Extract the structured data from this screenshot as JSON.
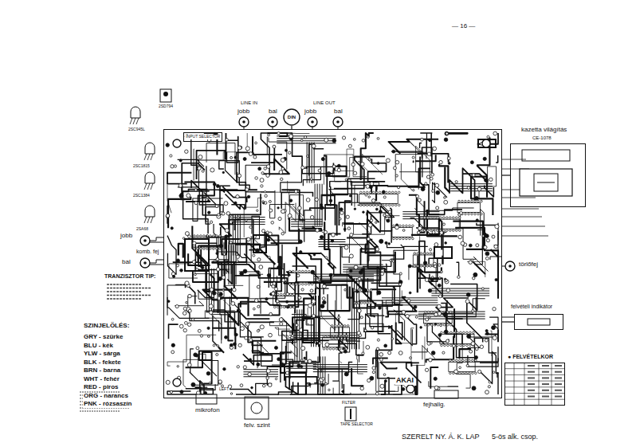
{
  "diagram": {
    "nodes": [
      {
        "text": [
          "AKAI"
        ]
      },
      {
        "text": [
          "INPUT SELECTOR"
        ],
        "in": 0
      },
      {
        "text": [
          "DIN"
        ]
      },
      {
        "text": [
          "kazetta világítás",
          "CE-1078"
        ]
      },
      {
        "text": [
          "felvételi indikátor"
        ]
      },
      {
        "text": [
          "● FELVÉTELKOR"
        ]
      }
    ],
    "edges": [
      {
        "from": 0,
        "to": 2,
        "arrow": "none"
      },
      {
        "from": 0,
        "to": 3,
        "arrow": "none"
      },
      {
        "from": 0,
        "to": 4,
        "arrow": "none"
      }
    ],
    "labels": [
      "— 16 —",
      "2SC945L",
      "2SD794",
      "2SC1815",
      "2SC1384",
      "2SA68",
      "LINE IN",
      "jobb",
      "bal",
      "LINE OUT",
      "jobb",
      "bal",
      "jobb",
      "komb. fej",
      "bal",
      "TRANZISZTOR TIP:",
      "SZINJELÖLÉS:",
      "GRY - szürke",
      "BLU - kék",
      "YLW - sárga",
      "BLK - fekete",
      "BRN - barna",
      "WHT - fehér",
      "RED - piros",
      "ORG - narancs",
      "PNK - rózsaszín",
      "törlőfej",
      "mikrofon",
      "LEFT",
      "felv. szint",
      "FILTER",
      "TAPE SELECTOR",
      "fejhallg.",
      "SZERELT NY. Á. K. LAP",
      "5-ös alk. csop."
    ]
  }
}
